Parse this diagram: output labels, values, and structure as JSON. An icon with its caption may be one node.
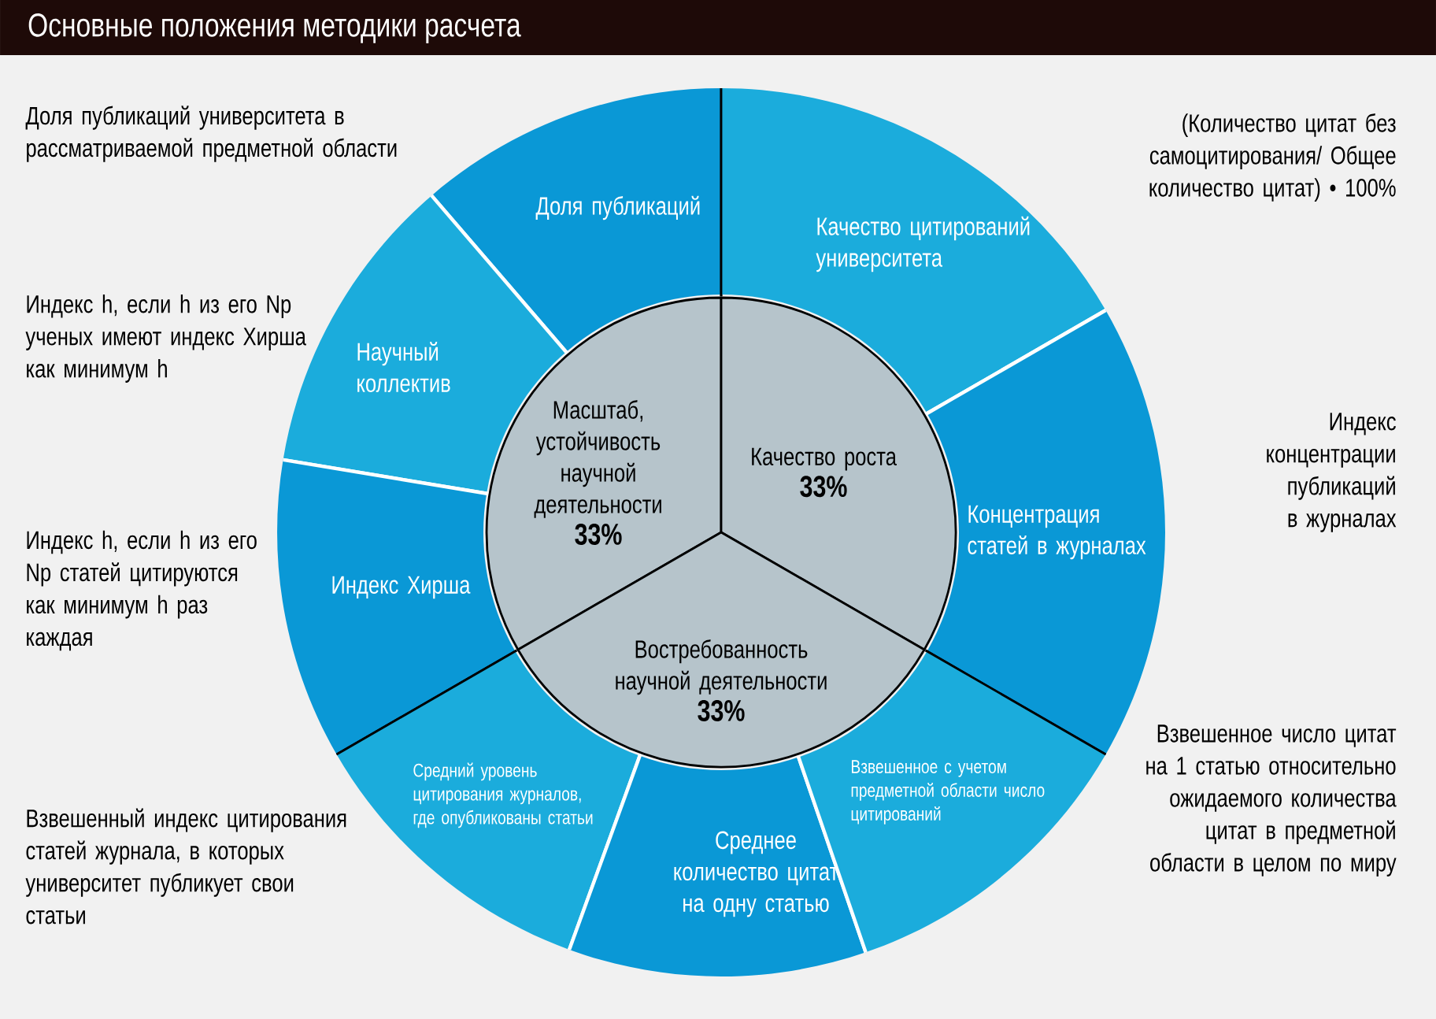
{
  "diagram": {
    "title": "Основные положения методики расчета",
    "nodes": [
      {
        "text": [
          "Масштаб, устойчивость научной деятельности",
          "33%"
        ]
      },
      {
        "text": [
          "Качество роста",
          "33%"
        ]
      },
      {
        "text": [
          "Востребованность научной деятельности",
          "33%"
        ]
      },
      {
        "text": [
          "Доля публикаций"
        ]
      },
      {
        "text": [
          "Качество цитирований университета"
        ]
      },
      {
        "text": [
          "Научный коллектив"
        ]
      },
      {
        "text": [
          "Концентрация статей в журналах"
        ]
      },
      {
        "text": [
          "Индекс Хирша"
        ]
      },
      {
        "text": [
          "Средний уровень цитирования журналов, где опубликованы статьи"
        ]
      },
      {
        "text": [
          "Среднее количество цитат на одну статью"
        ]
      },
      {
        "text": [
          "Взвешенное с учетом предметной области число цитирований"
        ]
      }
    ],
    "labels": [
      "Доля публикаций университета в рассматриваемой предметной области",
      "(Количество цитат без самоцитирования/ Общее количество цитат) • 100%",
      "Индекс h, если h из его Np ученых имеют индекс Хирша как минимум h",
      "Индекс концентрации публикаций в журналах",
      "Индекс h, если h из его Np статей цитируются как минимум h раз каждая",
      "Взвешенный индекс цитирования статей журнала, в которых университет публикует свои статьи",
      "Взвешенное число цитат на 1 статью относительно ожидаемого количества цитат в предметной области в целом по миру"
    ]
  }
}
